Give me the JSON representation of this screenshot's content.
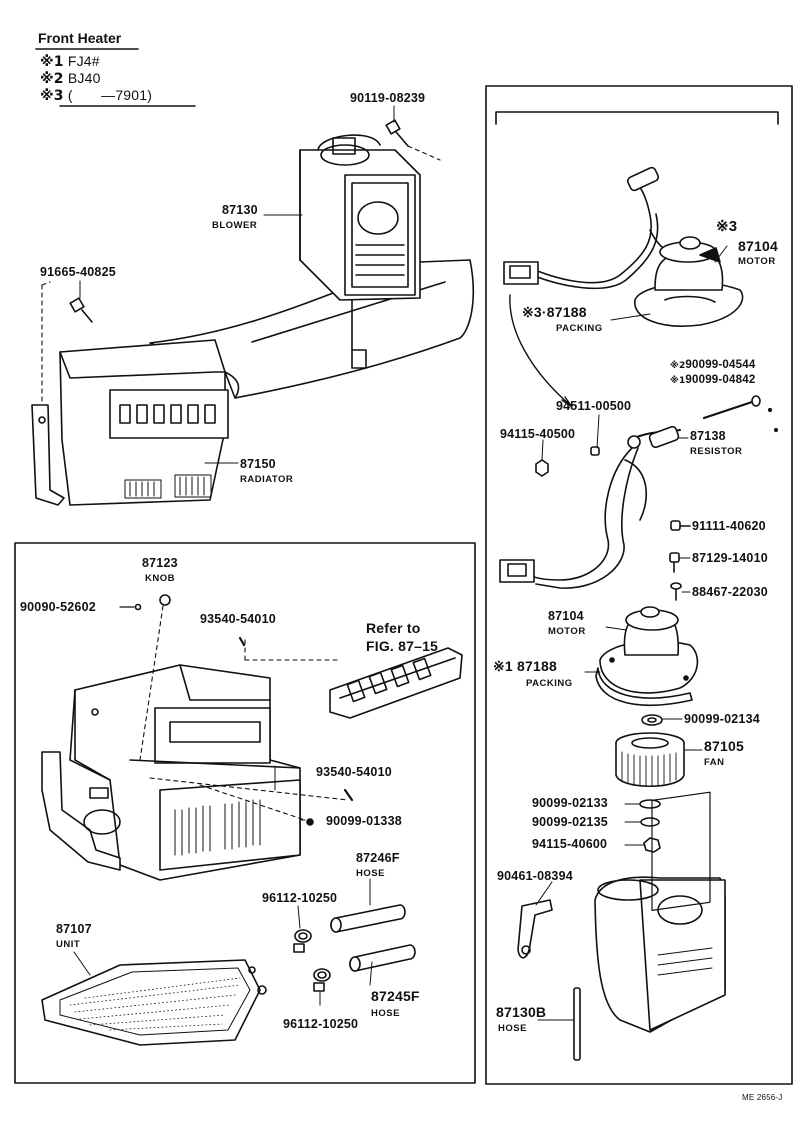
{
  "header": {
    "title": "Front Heater",
    "notes": [
      {
        "mark": "※1",
        "text": "FJ4#"
      },
      {
        "mark": "※2",
        "text": "BJ40"
      },
      {
        "mark": "※3",
        "text": "(　　—7901)"
      }
    ]
  },
  "parts": {
    "p90119": {
      "num": "90119-08239"
    },
    "p87130": {
      "num": "87130",
      "name": "BLOWER"
    },
    "p91665": {
      "num": "91665-40825"
    },
    "p87150": {
      "num": "87150",
      "name": "RADIATOR"
    },
    "p87123": {
      "num": "87123",
      "name": "KNOB"
    },
    "p90090": {
      "num": "90090-52602"
    },
    "p93540a": {
      "num": "93540-54010"
    },
    "p93540b": {
      "num": "93540-54010"
    },
    "p90099_01338": {
      "num": "90099-01338"
    },
    "p87246": {
      "num": "87246F",
      "name": "HOSE"
    },
    "p96112a": {
      "num": "96112-10250"
    },
    "p96112b": {
      "num": "96112-10250"
    },
    "p87245": {
      "num": "87245F",
      "name": "HOSE"
    },
    "p87107": {
      "num": "87107",
      "name": "UNIT"
    },
    "ref": {
      "line1": "Refer to",
      "line2": "FIG. 87–15"
    },
    "p87104a": {
      "mark": "※3",
      "num": "87104",
      "name": "MOTOR"
    },
    "p87188a": {
      "mark": "※3",
      "num": "87188",
      "name": "PACKING"
    },
    "p90099_04544": {
      "mark": "※2",
      "num": "90099-04544"
    },
    "p90099_04842": {
      "mark": "※1",
      "num": "90099-04842"
    },
    "p94511": {
      "num": "94511-00500"
    },
    "p94115a": {
      "num": "94115-40500"
    },
    "p87138": {
      "num": "87138",
      "name": "RESISTOR"
    },
    "p91111": {
      "num": "91111-40620"
    },
    "p87129": {
      "num": "87129-14010"
    },
    "p88467": {
      "num": "88467-22030"
    },
    "p87104b": {
      "num": "87104",
      "name": "MOTOR"
    },
    "p87188b": {
      "mark": "※1",
      "num": "87188",
      "name": "PACKING"
    },
    "p90099_02134": {
      "num": "90099-02134"
    },
    "p87105": {
      "num": "87105",
      "name": "FAN"
    },
    "p90099_02133": {
      "num": "90099-02133"
    },
    "p90099_02135": {
      "num": "90099-02135"
    },
    "p94115b": {
      "num": "94115-40600"
    },
    "p90461": {
      "num": "90461-08394"
    },
    "p87130b": {
      "num": "87130B",
      "name": "HOSE"
    }
  },
  "footer": {
    "code": "ME 2656-J"
  }
}
